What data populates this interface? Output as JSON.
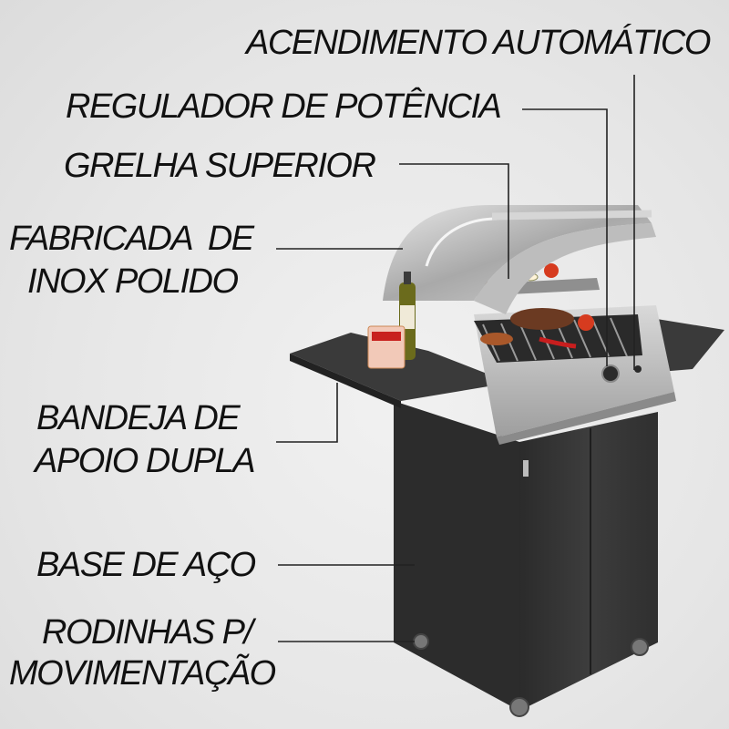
{
  "labels": {
    "acendimento": "ACENDIMENTO AUTOMÁTICO",
    "regulador": "REGULADOR DE POTÊNCIA",
    "grelha": "GRELHA SUPERIOR",
    "fabricada_1": "FABRICADA  DE",
    "fabricada_2": "INOX POLIDO",
    "bandeja_1": "BANDEJA DE",
    "bandeja_2": "APOIO DUPLA",
    "base": "BASE DE AÇO",
    "rodinhas_1": "RODINHAS P/",
    "rodinhas_2": "MOVIMENTAÇÃO"
  },
  "colors": {
    "text": "#111111",
    "cabinet": "#3a3a3a",
    "steel": "#c9c9c9",
    "leader_line": "#222222"
  }
}
